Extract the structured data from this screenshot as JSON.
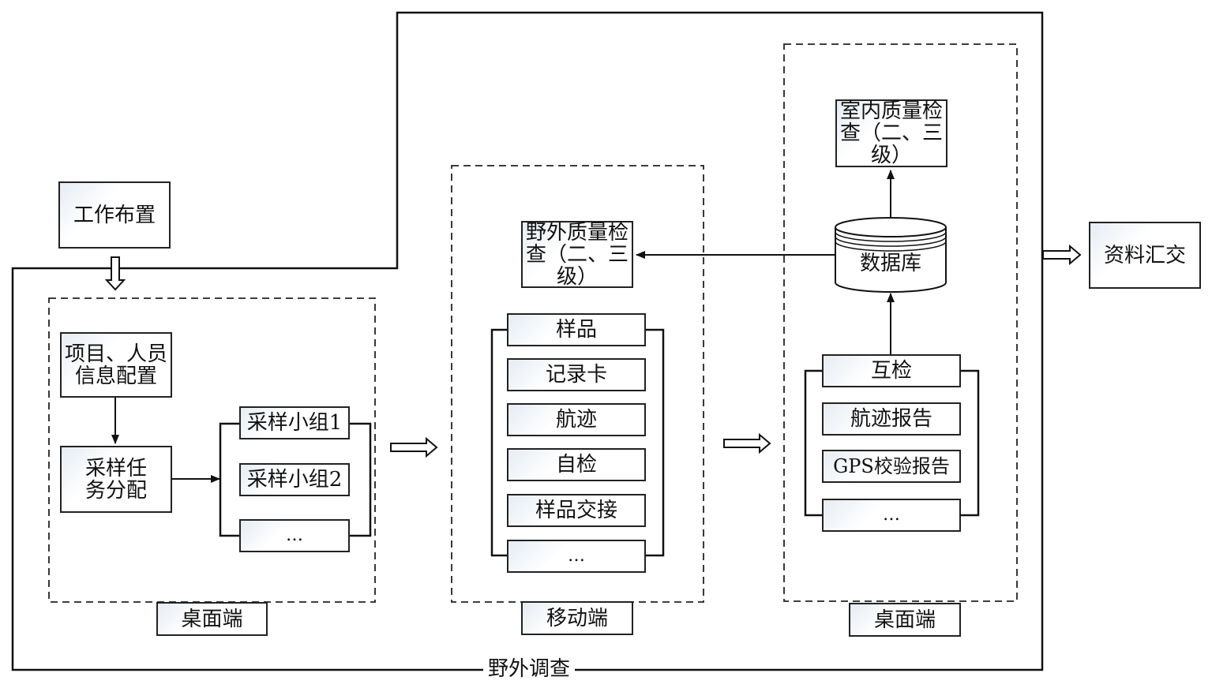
{
  "work_layout": "工作布置",
  "field_survey": "野外调查",
  "data_submission": "资料汇交",
  "desktop_left": {
    "label": "桌面端",
    "project_config": "项目、人员信息配置",
    "task_assign": "采样任务分配",
    "groups": [
      "采样小组1",
      "采样小组2",
      "…"
    ]
  },
  "mobile": {
    "label": "移动端",
    "field_qc": "野外质量检查（二、三级）",
    "items": [
      "样品",
      "记录卡",
      "航迹",
      "自检",
      "样品交接",
      "…"
    ]
  },
  "desktop_right": {
    "label": "桌面端",
    "indoor_qc": "室内质量检查（二、三级）",
    "database": "数据库",
    "items": [
      "互检",
      "航迹报告",
      "GPS校验报告",
      "…"
    ]
  }
}
